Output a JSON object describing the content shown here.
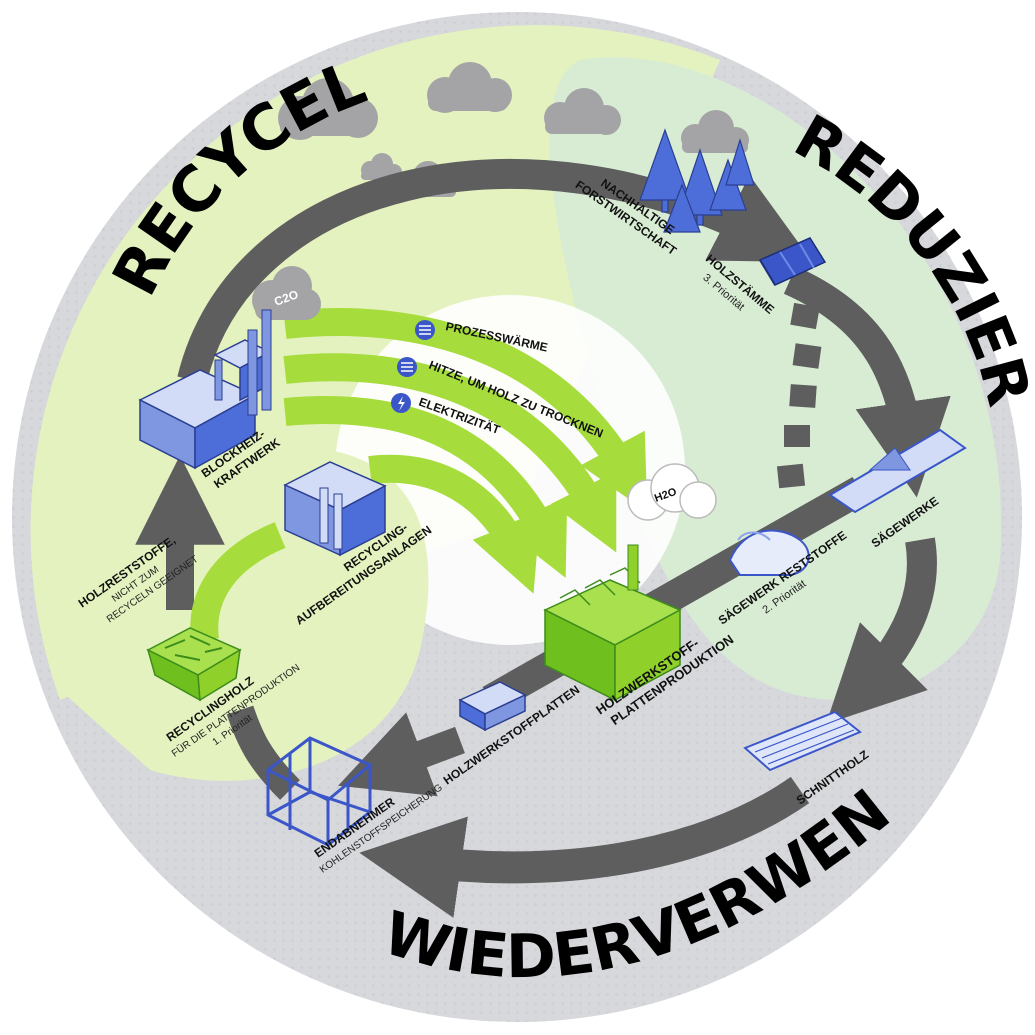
{
  "headings": {
    "recyceln": "RECYCELN",
    "reduzieren": "REDUZIEREN",
    "wiederverwenden": "WIEDERVERWENDEN"
  },
  "nodes": {
    "forst": {
      "line1": "NACHHALTIGE",
      "line2": "FORSTWIRTSCHAFT"
    },
    "stamm": {
      "title": "HOLZSTÄMME",
      "priority": "3. Priorität"
    },
    "saege": {
      "title": "SÄGEWERKE"
    },
    "rest": {
      "title": "SÄGEWERK RESTSTOFFE",
      "priority": "2. Priorität"
    },
    "schnitt": {
      "title": "SCHNITTHOLZ"
    },
    "platten_prod": {
      "line1": "HOLZWERKSTOFF-",
      "line2": "PLATTENPRODUKTION"
    },
    "platten": {
      "title": "HOLZWERKSTOFFPLATTEN"
    },
    "endab": {
      "title": "ENDABNEHMER",
      "sub": "KOHLENSTOFFSPEICHERUNG"
    },
    "recholz": {
      "title": "RECYCLINGHOLZ",
      "sub": "FÜR DIE PLATTENPRODUKTION",
      "priority": "1. Priorität"
    },
    "holzrest": {
      "title": "HOLZRESTSTOFFE,",
      "sub1": "NICHT ZUM",
      "sub2": "RECYCELN GEEIGNET"
    },
    "bhkw": {
      "line1": "BLOCKHEIZ-",
      "line2": "KRAFTWERK"
    },
    "recanl": {
      "line1": "RECYCLING-",
      "line2": "AUFBEREITUNGSANLAGEN"
    }
  },
  "energy": {
    "prozess": "PROZESSWÄRME",
    "hitze": "HITZE, UM HOLZ ZU TROCKNEN",
    "strom": "ELEKTRIZITÄT"
  },
  "emissions": {
    "co2": "C2O",
    "h2o": "H2O"
  },
  "colors": {
    "green_light": "#e4f2bf",
    "green_mid": "#c9e67a",
    "green_bright": "#8fd12a",
    "mint": "#d8ecd4",
    "grey_arrow": "#5e5e5e",
    "grey_bg": "#d7d8dc",
    "blue_icon": "#3a56c8"
  }
}
